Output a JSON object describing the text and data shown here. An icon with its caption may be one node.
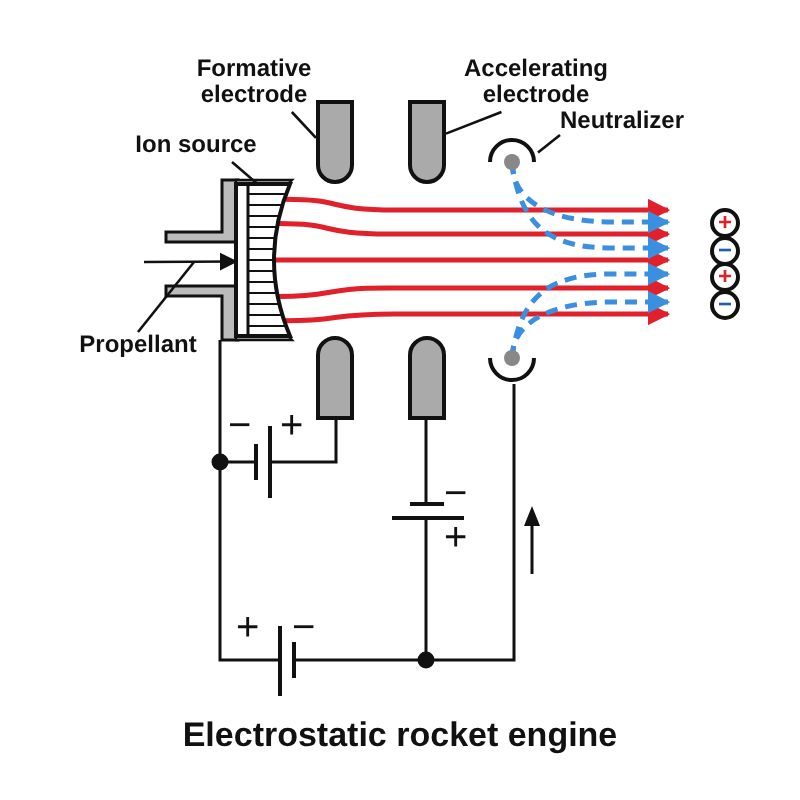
{
  "diagram": {
    "title": "Electrostatic rocket engine",
    "nodes": [
      {
        "text": [
          "Formative electrode"
        ]
      },
      {
        "text": [
          "Accelerating electrode"
        ]
      },
      {
        "text": [
          "Ion source"
        ]
      },
      {
        "text": [
          "Neutralizer"
        ]
      },
      {
        "text": [
          "Propellant"
        ]
      },
      {
        "text": [],
        "shape": "box"
      },
      {
        "text": [],
        "shape": "box"
      },
      {
        "text": [],
        "shape": "box"
      },
      {
        "text": [],
        "shape": "arc"
      },
      {
        "text": [],
        "shape": "arc"
      },
      {
        "text": [],
        "shape": "box"
      },
      {
        "text": [],
        "shape": "box"
      }
    ],
    "edges": [
      {
        "from": 0,
        "to": 5,
        "arrow": "none"
      },
      {
        "from": 1,
        "to": 6,
        "arrow": "none"
      },
      {
        "from": 2,
        "to": 7,
        "arrow": "none"
      },
      {
        "from": 3,
        "to": 8,
        "arrow": "none"
      },
      {
        "from": 4,
        "to": null,
        "arrow": "none"
      },
      {
        "from": null,
        "to": 7,
        "arrow": "to"
      },
      {
        "from": 7,
        "to": null,
        "arrow": "to",
        "color": "#e0202a"
      },
      {
        "from": 7,
        "to": null,
        "arrow": "to",
        "color": "#e0202a"
      },
      {
        "from": 7,
        "to": null,
        "arrow": "to",
        "color": "#e0202a"
      },
      {
        "from": 7,
        "to": null,
        "arrow": "to",
        "color": "#e0202a"
      },
      {
        "from": 7,
        "to": null,
        "arrow": "to",
        "color": "#e0202a"
      },
      {
        "from": 8,
        "to": null,
        "arrow": "to",
        "style": "dashed",
        "color": "#3b8fe0"
      },
      {
        "from": 8,
        "to": null,
        "arrow": "to",
        "style": "dashed",
        "color": "#3b8fe0"
      },
      {
        "from": 9,
        "to": null,
        "arrow": "to",
        "style": "dashed",
        "color": "#3b8fe0"
      },
      {
        "from": 9,
        "to": null,
        "arrow": "to",
        "style": "dashed",
        "color": "#3b8fe0"
      }
    ],
    "labels": [
      "+",
      "−",
      "+",
      "−",
      "−",
      "+",
      "−",
      "+",
      "+",
      "−"
    ]
  }
}
